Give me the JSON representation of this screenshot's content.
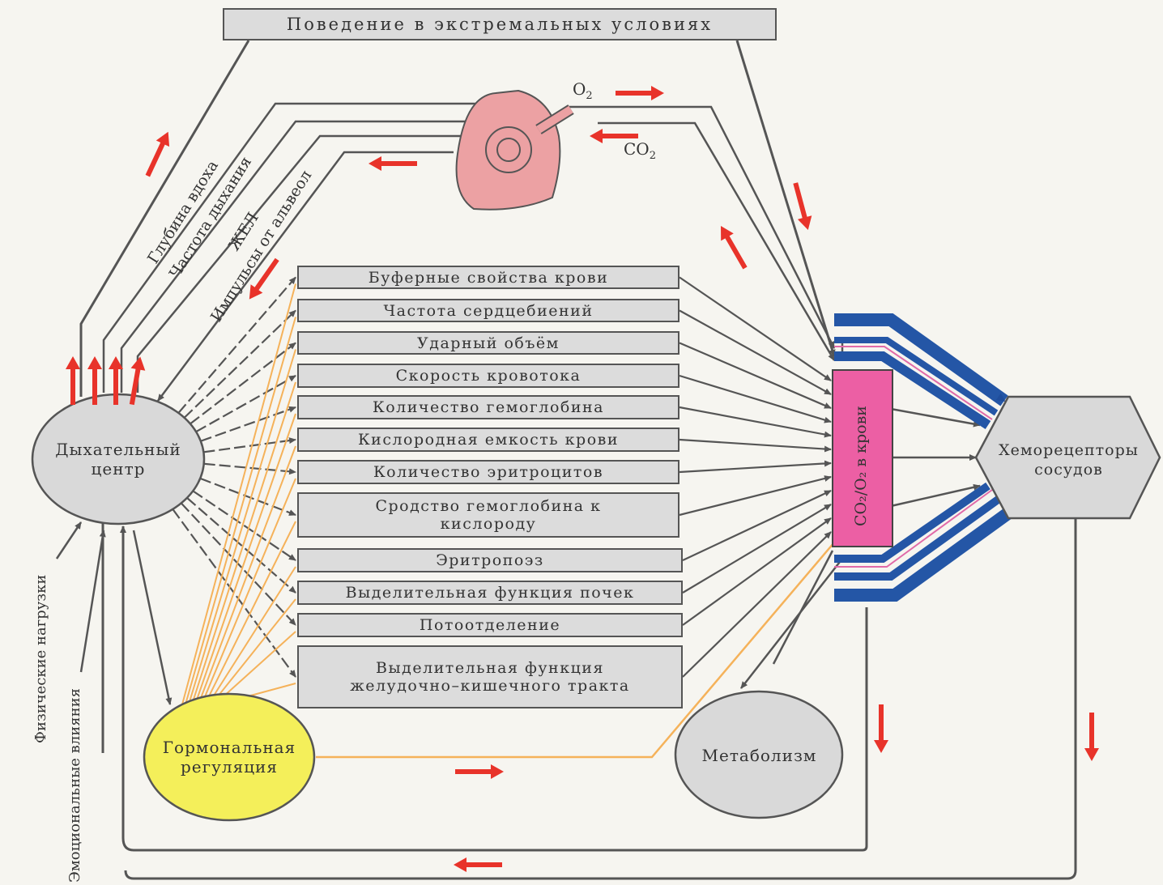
{
  "title": "Поведение в экстремальных условиях",
  "lung": {
    "o2": "O",
    "o2_sub": "2",
    "co2": "CO",
    "co2_sub": "2"
  },
  "pathways": {
    "depth": "Глубина вдоха",
    "rate": "Частота дыхания",
    "vc": "ЖЕЛ",
    "impulses": "Импульсы от альвеол"
  },
  "factors": [
    "Буферные свойства крови",
    "Частота сердцебиений",
    "Ударный объём",
    "Скорость кровотока",
    "Количество гемоглобина",
    "Кислородная емкость  крови",
    "Количество эритроцитов",
    "Сродство гемоглобина к кислороду",
    "Эритропоэз",
    "Выделительная функция  почек",
    "Потоотделение",
    "Выделительная функция желудочно–кишечного тракта"
  ],
  "nodes": {
    "resp_center": "Дыхательный центр",
    "hormonal": "Гормональная регуляция",
    "metabolism": "Метаболизм",
    "chemoreceptors": "Хеморецепторы сосудов",
    "blood_gas": "CO₂/O₂  в крови"
  },
  "influences": {
    "physical": "Физические  нагрузки",
    "emotional": "Эмоциональные  влияния"
  },
  "colors": {
    "background": "#f6f5f0",
    "line": "#555555",
    "red_arrow": "#e8332a",
    "orange_line": "#f5b25a",
    "blue_channel": "#2456a6",
    "pink_box": "#ec5fa4",
    "lung": "#eca1a3",
    "hormonal_fill": "#f4ef5a",
    "node_fill": "#d9d9d9"
  }
}
